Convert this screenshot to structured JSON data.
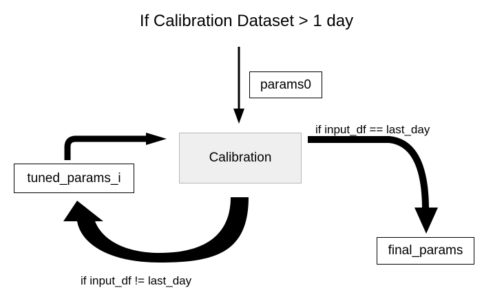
{
  "diagram": {
    "title": "If Calibration Dataset > 1 day",
    "nodes": {
      "params0": "params0",
      "calibration": "Calibration",
      "tuned_params": "tuned_params_i",
      "final_params": "final_params"
    },
    "edges": {
      "params0_to_calibration": "",
      "tuned_to_calibration": "",
      "calibration_to_final": "if input_df == last_day",
      "calibration_to_tuned": "if input_df != last_day"
    }
  }
}
